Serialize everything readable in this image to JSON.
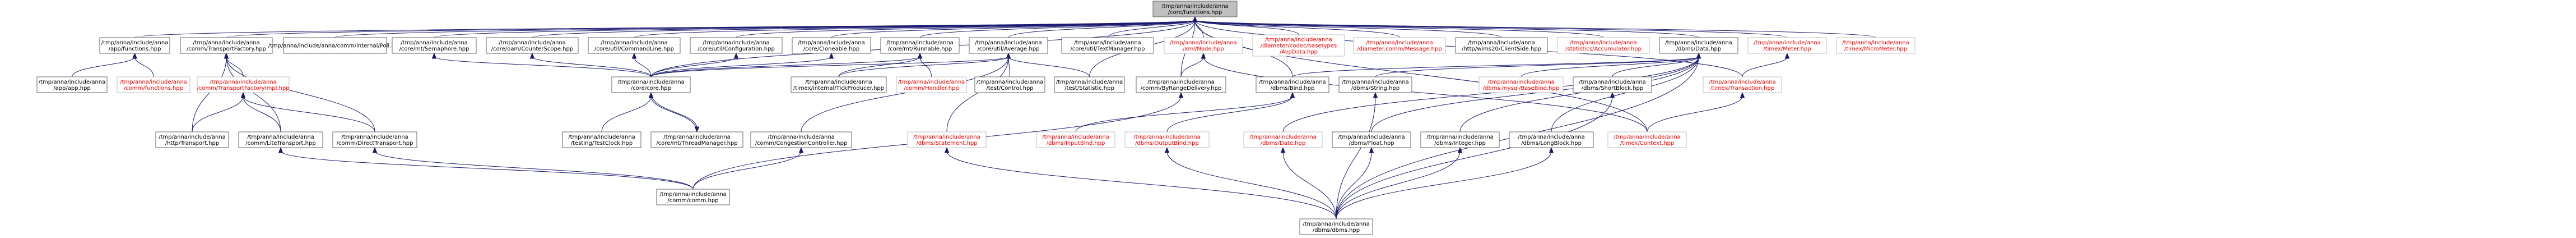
{
  "nodes": [
    {
      "id": "root",
      "lines": [
        "/tmp/anna/include/anna",
        "/core/functions.hpp"
      ],
      "style": "root"
    },
    {
      "id": "app_functions",
      "lines": [
        "/tmp/anna/include/anna",
        "/app/functions.hpp"
      ],
      "style": "norm"
    },
    {
      "id": "comm_transportfactory",
      "lines": [
        "/tmp/anna/include/anna",
        "/comm/TransportFactory.hpp"
      ],
      "style": "norm"
    },
    {
      "id": "comm_internal_poll",
      "lines": [
        "/tmp/anna/include/anna/comm/internal/Poll.hpp"
      ],
      "style": "norm"
    },
    {
      "id": "core_mt_semaphore",
      "lines": [
        "/tmp/anna/include/anna",
        "/core/mt/Semaphore.hpp"
      ],
      "style": "norm"
    },
    {
      "id": "core_oam_counterscope",
      "lines": [
        "/tmp/anna/include/anna",
        "/core/oam/CounterScope.hpp"
      ],
      "style": "norm"
    },
    {
      "id": "core_util_commandline",
      "lines": [
        "/tmp/anna/include/anna",
        "/core/util/CommandLine.hpp"
      ],
      "style": "norm"
    },
    {
      "id": "core_util_configuration",
      "lines": [
        "/tmp/anna/include/anna",
        "/core/util/Configuration.hpp"
      ],
      "style": "norm"
    },
    {
      "id": "core_cloneable",
      "lines": [
        "/tmp/anna/include/anna",
        "/core/Cloneable.hpp"
      ],
      "style": "norm"
    },
    {
      "id": "core_mt_runnable",
      "lines": [
        "/tmp/anna/include/anna",
        "/core/mt/Runnable.hpp"
      ],
      "style": "norm"
    },
    {
      "id": "core_util_average",
      "lines": [
        "/tmp/anna/include/anna",
        "/core/util/Average.hpp"
      ],
      "style": "norm"
    },
    {
      "id": "core_util_textmanager",
      "lines": [
        "/tmp/anna/include/anna",
        "/core/util/TextManager.hpp"
      ],
      "style": "norm"
    },
    {
      "id": "xml_node",
      "lines": [
        "/tmp/anna/include/anna",
        "/xml/Node.hpp"
      ],
      "style": "red"
    },
    {
      "id": "diameter_codec_avpdata",
      "lines": [
        "/tmp/anna/include/anna",
        "/diameter/codec/basetypes",
        "/AvpData.hpp"
      ],
      "style": "red"
    },
    {
      "id": "diameter_comm_message",
      "lines": [
        "/tmp/anna/include/anna",
        "/diameter.comm/Message.hpp"
      ],
      "style": "red"
    },
    {
      "id": "http_wims20_clientside",
      "lines": [
        "/tmp/anna/include/anna",
        "/http/wims20/ClientSide.hpp"
      ],
      "style": "norm"
    },
    {
      "id": "statistics_accumulator",
      "lines": [
        "/tmp/anna/include/anna",
        "/statistics/Accumulator.hpp"
      ],
      "style": "red"
    },
    {
      "id": "dbms_data",
      "lines": [
        "/tmp/anna/include/anna",
        "/dbms/Data.hpp"
      ],
      "style": "norm"
    },
    {
      "id": "timex_meter",
      "lines": [
        "/tmp/anna/include/anna",
        "/timex/Meter.hpp"
      ],
      "style": "red"
    },
    {
      "id": "timex_micrometer",
      "lines": [
        "/tmp/anna/include/anna",
        "/timex/MicroMeter.hpp"
      ],
      "style": "red"
    },
    {
      "id": "app_app",
      "lines": [
        "/tmp/anna/include/anna",
        "/app/app.hpp"
      ],
      "style": "norm"
    },
    {
      "id": "comm_functions",
      "lines": [
        "/tmp/anna/include/anna",
        "/comm/functions.hpp"
      ],
      "style": "red"
    },
    {
      "id": "comm_transportfactoryimpl",
      "lines": [
        "/tmp/anna/include/anna",
        "/comm/TransportFactoryImpl.hpp"
      ],
      "style": "red"
    },
    {
      "id": "core_core",
      "lines": [
        "/tmp/anna/include/anna",
        "/core/core.hpp"
      ],
      "style": "norm"
    },
    {
      "id": "timex_internal_tickproducer",
      "lines": [
        "/tmp/anna/include/anna",
        "/timex/internal/TickProducer.hpp"
      ],
      "style": "norm"
    },
    {
      "id": "comm_handler",
      "lines": [
        "/tmp/anna/include/anna",
        "/comm/Handler.hpp"
      ],
      "style": "red"
    },
    {
      "id": "test_control",
      "lines": [
        "/tmp/anna/include/anna",
        "/test/Control.hpp"
      ],
      "style": "norm"
    },
    {
      "id": "test_statistic",
      "lines": [
        "/tmp/anna/include/anna",
        "/test/Statistic.hpp"
      ],
      "style": "norm"
    },
    {
      "id": "comm_byrangedelivery",
      "lines": [
        "/tmp/anna/include/anna",
        "/comm/ByRangeDelivery.hpp"
      ],
      "style": "norm"
    },
    {
      "id": "dbms_bind",
      "lines": [
        "/tmp/anna/include/anna",
        "/dbms/Bind.hpp"
      ],
      "style": "norm"
    },
    {
      "id": "dbms_string",
      "lines": [
        "/tmp/anna/include/anna",
        "/dbms/String.hpp"
      ],
      "style": "norm"
    },
    {
      "id": "dbms_mysql_basebind",
      "lines": [
        "/tmp/anna/include/anna",
        "/dbms.mysql/BaseBind.hpp"
      ],
      "style": "red"
    },
    {
      "id": "dbms_shortblock",
      "lines": [
        "/tmp/anna/include/anna",
        "/dbms/ShortBlock.hpp"
      ],
      "style": "norm"
    },
    {
      "id": "timex_transaction",
      "lines": [
        "/tmp/anna/include/anna",
        "/timex/Transaction.hpp"
      ],
      "style": "red"
    },
    {
      "id": "http_transport",
      "lines": [
        "/tmp/anna/include/anna",
        "/http/Transport.hpp"
      ],
      "style": "norm"
    },
    {
      "id": "comm_litetransport",
      "lines": [
        "/tmp/anna/include/anna",
        "/comm/LiteTransport.hpp"
      ],
      "style": "norm"
    },
    {
      "id": "comm_directtransport",
      "lines": [
        "/tmp/anna/include/anna",
        "/comm/DirectTransport.hpp"
      ],
      "style": "norm"
    },
    {
      "id": "testing_testclock",
      "lines": [
        "/tmp/anna/include/anna",
        "/testing/TestClock.hpp"
      ],
      "style": "norm"
    },
    {
      "id": "core_mt_threadmanager",
      "lines": [
        "/tmp/anna/include/anna",
        "/core/mt/ThreadManager.hpp"
      ],
      "style": "norm"
    },
    {
      "id": "comm_congestioncontroller",
      "lines": [
        "/tmp/anna/include/anna",
        "/comm/CongestionController.hpp"
      ],
      "style": "norm"
    },
    {
      "id": "dbms_statement",
      "lines": [
        "/tmp/anna/include/anna",
        "/dbms/Statement.hpp"
      ],
      "style": "red"
    },
    {
      "id": "dbms_inputbind",
      "lines": [
        "/tmp/anna/include/anna",
        "/dbms/InputBind.hpp"
      ],
      "style": "red"
    },
    {
      "id": "dbms_outputbind",
      "lines": [
        "/tmp/anna/include/anna",
        "/dbms/OutputBind.hpp"
      ],
      "style": "red"
    },
    {
      "id": "dbms_date",
      "lines": [
        "/tmp/anna/include/anna",
        "/dbms/Date.hpp"
      ],
      "style": "red"
    },
    {
      "id": "dbms_float",
      "lines": [
        "/tmp/anna/include/anna",
        "/dbms/Float.hpp"
      ],
      "style": "norm"
    },
    {
      "id": "dbms_integer",
      "lines": [
        "/tmp/anna/include/anna",
        "/dbms/Integer.hpp"
      ],
      "style": "norm"
    },
    {
      "id": "dbms_longblock",
      "lines": [
        "/tmp/anna/include/anna",
        "/dbms/LongBlock.hpp"
      ],
      "style": "norm"
    },
    {
      "id": "timex_context",
      "lines": [
        "/tmp/anna/include/anna",
        "/timex/Context.hpp"
      ],
      "style": "red"
    },
    {
      "id": "comm_comm",
      "lines": [
        "/tmp/anna/include/anna",
        "/comm/comm.hpp"
      ],
      "style": "norm"
    },
    {
      "id": "dbms_dbms",
      "lines": [
        "/tmp/anna/include/anna",
        "/dbms/dbms.hpp"
      ],
      "style": "norm"
    }
  ],
  "edges": [
    [
      "root",
      "app_functions"
    ],
    [
      "root",
      "comm_transportfactory"
    ],
    [
      "root",
      "comm_internal_poll"
    ],
    [
      "root",
      "core_mt_semaphore"
    ],
    [
      "root",
      "core_oam_counterscope"
    ],
    [
      "root",
      "core_util_commandline"
    ],
    [
      "root",
      "core_util_configuration"
    ],
    [
      "root",
      "core_cloneable"
    ],
    [
      "root",
      "core_mt_runnable"
    ],
    [
      "root",
      "core_util_average"
    ],
    [
      "root",
      "core_util_textmanager"
    ],
    [
      "root",
      "xml_node"
    ],
    [
      "root",
      "diameter_codec_avpdata"
    ],
    [
      "root",
      "diameter_comm_message"
    ],
    [
      "root",
      "http_wims20_clientside"
    ],
    [
      "root",
      "statistics_accumulator"
    ],
    [
      "root",
      "dbms_data"
    ],
    [
      "root",
      "timex_meter"
    ],
    [
      "root",
      "timex_micrometer"
    ],
    [
      "root",
      "core_core"
    ],
    [
      "root",
      "test_statistic"
    ],
    [
      "root",
      "comm_byrangedelivery"
    ],
    [
      "root",
      "dbms_bind"
    ],
    [
      "root",
      "timex_transaction"
    ],
    [
      "root",
      "timex_context"
    ],
    [
      "app_functions",
      "app_app"
    ],
    [
      "app_functions",
      "comm_functions"
    ],
    [
      "comm_transportfactory",
      "comm_transportfactoryimpl"
    ],
    [
      "comm_transportfactory",
      "http_transport"
    ],
    [
      "comm_transportfactory",
      "comm_litetransport"
    ],
    [
      "comm_transportfactory",
      "comm_directtransport"
    ],
    [
      "comm_transportfactoryimpl",
      "http_transport"
    ],
    [
      "comm_transportfactoryimpl",
      "comm_litetransport"
    ],
    [
      "comm_transportfactoryimpl",
      "comm_directtransport"
    ],
    [
      "core_mt_semaphore",
      "core_core"
    ],
    [
      "core_oam_counterscope",
      "core_core"
    ],
    [
      "core_util_commandline",
      "core_core"
    ],
    [
      "core_util_configuration",
      "core_core"
    ],
    [
      "core_cloneable",
      "core_core"
    ],
    [
      "core_mt_runnable",
      "core_core"
    ],
    [
      "core_mt_runnable",
      "timex_internal_tickproducer"
    ],
    [
      "core_mt_runnable",
      "comm_handler"
    ],
    [
      "core_util_average",
      "core_core"
    ],
    [
      "core_util_average",
      "timex_internal_tickproducer"
    ],
    [
      "core_util_average",
      "test_control"
    ],
    [
      "core_util_average",
      "test_statistic"
    ],
    [
      "core_util_average",
      "comm_congestioncontroller"
    ],
    [
      "core_util_average",
      "dbms_statement"
    ],
    [
      "core_core",
      "testing_testclock"
    ],
    [
      "core_core",
      "core_mt_threadmanager"
    ],
    [
      "core_mt_threadmanager",
      "core_core"
    ],
    [
      "xml_node",
      "comm_byrangedelivery"
    ],
    [
      "xml_node",
      "timex_context"
    ],
    [
      "comm_byrangedelivery",
      "comm_comm"
    ],
    [
      "comm_litetransport",
      "comm_comm"
    ],
    [
      "comm_directtransport",
      "comm_comm"
    ],
    [
      "comm_congestioncontroller",
      "comm_comm"
    ],
    [
      "dbms_data",
      "dbms_bind"
    ],
    [
      "dbms_data",
      "dbms_string"
    ],
    [
      "dbms_data",
      "dbms_mysql_basebind"
    ],
    [
      "dbms_data",
      "dbms_shortblock"
    ],
    [
      "dbms_data",
      "dbms_date"
    ],
    [
      "dbms_data",
      "dbms_float"
    ],
    [
      "dbms_data",
      "dbms_integer"
    ],
    [
      "dbms_data",
      "dbms_longblock"
    ],
    [
      "dbms_data",
      "dbms_dbms"
    ],
    [
      "dbms_bind",
      "dbms_inputbind"
    ],
    [
      "dbms_bind",
      "dbms_outputbind"
    ],
    [
      "dbms_outputbind",
      "dbms_dbms"
    ],
    [
      "dbms_string",
      "dbms_dbms"
    ],
    [
      "dbms_shortblock",
      "dbms_dbms"
    ],
    [
      "dbms_date",
      "dbms_dbms"
    ],
    [
      "dbms_float",
      "dbms_dbms"
    ],
    [
      "dbms_integer",
      "dbms_dbms"
    ],
    [
      "dbms_longblock",
      "dbms_dbms"
    ],
    [
      "dbms_statement",
      "dbms_dbms"
    ],
    [
      "timex_meter",
      "timex_transaction"
    ],
    [
      "timex_transaction",
      "timex_context"
    ]
  ]
}
